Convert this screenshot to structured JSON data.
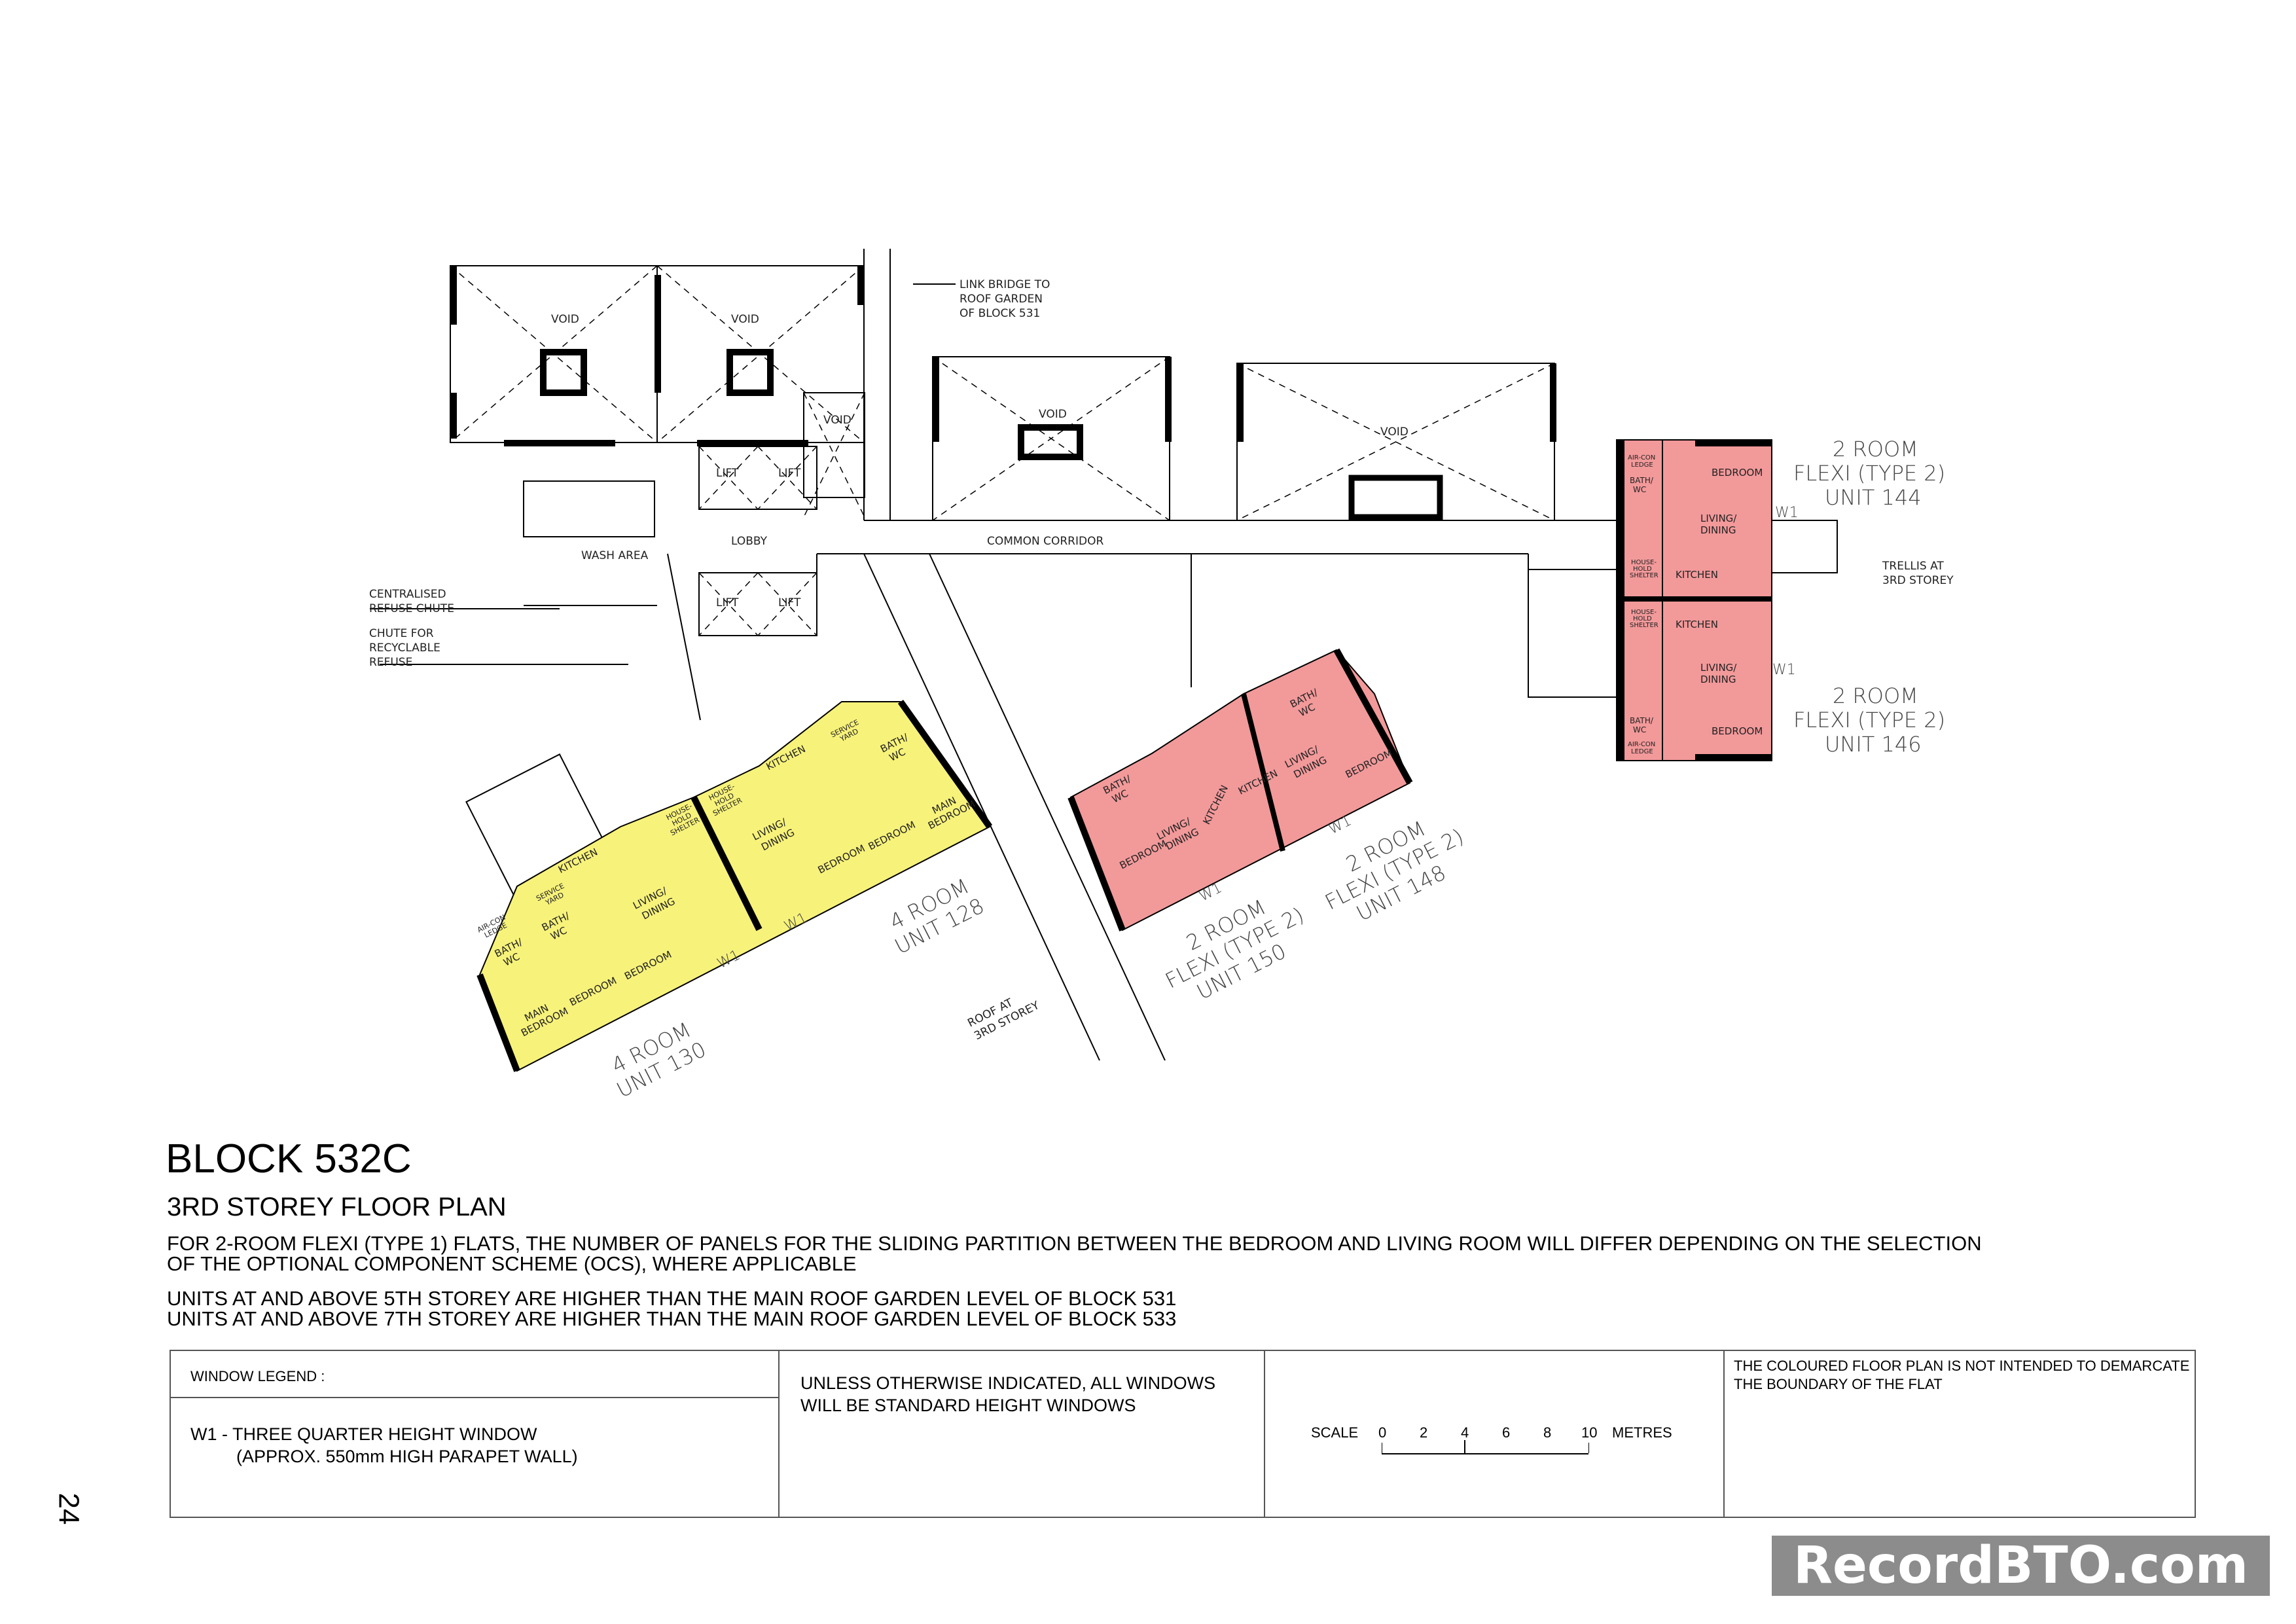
{
  "plan": {
    "void_label": "VOID",
    "lift_label": "LIFT",
    "lobby": "LOBBY",
    "common_corridor": "COMMON CORRIDOR",
    "wash_area": "WASH AREA",
    "link_bridge": [
      "LINK BRIDGE TO",
      "ROOF GARDEN",
      "OF BLOCK 531"
    ],
    "refuse_chute": [
      "CENTRALISED",
      "REFUSE CHUTE"
    ],
    "recyclable_chute": [
      "CHUTE FOR",
      "RECYCLABLE",
      "REFUSE"
    ],
    "roof_note": [
      "ROOF AT",
      "3RD STOREY"
    ],
    "trellis": [
      "TRELLIS AT",
      "3RD STOREY"
    ],
    "window_mark": "W1",
    "colors": {
      "four_room": "#f7f27a",
      "two_room": "#f2999a",
      "wall": "#000000"
    }
  },
  "units": [
    {
      "lines": [
        "4 ROOM",
        "UNIT 130"
      ],
      "type": "4-room"
    },
    {
      "lines": [
        "4 ROOM",
        "UNIT 128"
      ],
      "type": "4-room"
    },
    {
      "lines": [
        "2 ROOM",
        "FLEXI (TYPE 2)",
        "UNIT 150"
      ],
      "type": "2-room"
    },
    {
      "lines": [
        "2 ROOM",
        "FLEXI (TYPE 2)",
        "UNIT 148"
      ],
      "type": "2-room"
    },
    {
      "lines": [
        "2 ROOM",
        "FLEXI (TYPE 2)",
        "UNIT 144"
      ],
      "type": "2-room"
    },
    {
      "lines": [
        "2 ROOM",
        "FLEXI (TYPE 2)",
        "UNIT 146"
      ],
      "type": "2-room"
    }
  ],
  "rooms": {
    "kitchen": "KITCHEN",
    "living": [
      "LIVING/",
      "DINING"
    ],
    "bedroom": "BEDROOM",
    "main_bedroom": [
      "MAIN",
      "BEDROOM"
    ],
    "bath": [
      "BATH/",
      "WC"
    ],
    "shelter": [
      "HOUSE-",
      "HOLD",
      "SHELTER"
    ],
    "service_yard": [
      "SERVICE",
      "YARD"
    ],
    "aircon": [
      "AIR-CON",
      "LEDGE"
    ]
  },
  "title": "BLOCK 532C",
  "subtitle": "3RD STOREY FLOOR PLAN",
  "notes": [
    "FOR 2-ROOM FLEXI (TYPE 1) FLATS, THE NUMBER OF PANELS FOR  THE SLIDING PARTITION BETWEEN THE BEDROOM AND LIVING ROOM WILL DIFFER DEPENDING ON THE SELECTION",
    "OF THE OPTIONAL COMPONENT SCHEME (OCS), WHERE APPLICABLE",
    "UNITS AT AND ABOVE 5TH STOREY ARE HIGHER THAN THE MAIN ROOF GARDEN LEVEL OF BLOCK 531",
    "UNITS AT AND ABOVE 7TH STOREY ARE HIGHER THAN THE MAIN ROOF GARDEN LEVEL OF BLOCK 533"
  ],
  "legend": {
    "window_legend_label": "WINDOW LEGEND :",
    "w1_line1": "W1 - THREE QUARTER HEIGHT WINDOW",
    "w1_line2": "(APPROX. 550mm HIGH PARAPET WALL)",
    "windows_note_1": "UNLESS OTHERWISE INDICATED, ALL WINDOWS",
    "windows_note_2": "WILL BE STANDARD HEIGHT WINDOWS",
    "scale_label": "SCALE",
    "scale_ticks": [
      "0",
      "2",
      "4",
      "6",
      "8",
      "10"
    ],
    "scale_unit": "METRES",
    "disclaimer_1": "THE COLOURED FLOOR PLAN IS NOT INTENDED TO DEMARCATE",
    "disclaimer_2": "THE BOUNDARY OF THE FLAT"
  },
  "page_number": "24",
  "watermark": "RecordBTO.com"
}
